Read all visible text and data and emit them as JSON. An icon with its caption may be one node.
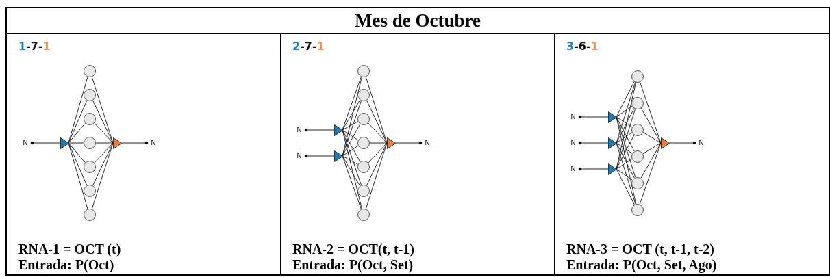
{
  "diagram": {
    "title": "Mes de Octubre",
    "nodes": [
      {
        "text": [
          "1-7-1",
          "RNA-1 = OCT (t)",
          "Entrada: P(Oct)"
        ]
      },
      {
        "text": [
          "N"
        ],
        "in": 0
      },
      {
        "text": [],
        "shape": "triangle",
        "in": 0
      },
      {
        "text": [],
        "shape": "circle",
        "in": 0
      },
      {
        "text": [],
        "shape": "circle",
        "in": 0
      },
      {
        "text": [],
        "shape": "circle",
        "in": 0
      },
      {
        "text": [],
        "shape": "circle",
        "in": 0
      },
      {
        "text": [],
        "shape": "circle",
        "in": 0
      },
      {
        "text": [],
        "shape": "circle",
        "in": 0
      },
      {
        "text": [],
        "shape": "circle",
        "in": 0
      },
      {
        "text": [],
        "shape": "triangle",
        "in": 0
      },
      {
        "text": [
          "N"
        ],
        "in": 0
      },
      {
        "text": [
          "2-7-1",
          "RNA-2 = OCT(t, t-1)",
          "Entrada: P(Oct, Set)"
        ]
      },
      {
        "text": [
          "N"
        ],
        "in": 12
      },
      {
        "text": [
          "N"
        ],
        "in": 12
      },
      {
        "text": [],
        "shape": "triangle",
        "in": 12
      },
      {
        "text": [],
        "shape": "triangle",
        "in": 12
      },
      {
        "text": [],
        "shape": "circle",
        "in": 12
      },
      {
        "text": [],
        "shape": "circle",
        "in": 12
      },
      {
        "text": [],
        "shape": "circle",
        "in": 12
      },
      {
        "text": [],
        "shape": "circle",
        "in": 12
      },
      {
        "text": [],
        "shape": "circle",
        "in": 12
      },
      {
        "text": [],
        "shape": "circle",
        "in": 12
      },
      {
        "text": [],
        "shape": "circle",
        "in": 12
      },
      {
        "text": [],
        "shape": "triangle",
        "in": 12
      },
      {
        "text": [
          "N"
        ],
        "in": 12
      },
      {
        "text": [
          "3-6-1",
          "RNA-3 = OCT (t, t-1, t-2)",
          "Entrada: P(Oct, Set, Ago)"
        ]
      },
      {
        "text": [
          "N"
        ],
        "in": 26
      },
      {
        "text": [
          "N"
        ],
        "in": 26
      },
      {
        "text": [
          "N"
        ],
        "in": 26
      },
      {
        "text": [],
        "shape": "triangle",
        "in": 26
      },
      {
        "text": [],
        "shape": "triangle",
        "in": 26
      },
      {
        "text": [],
        "shape": "triangle",
        "in": 26
      },
      {
        "text": [],
        "shape": "circle",
        "in": 26
      },
      {
        "text": [],
        "shape": "circle",
        "in": 26
      },
      {
        "text": [],
        "shape": "circle",
        "in": 26
      },
      {
        "text": [],
        "shape": "circle",
        "in": 26
      },
      {
        "text": [],
        "shape": "circle",
        "in": 26
      },
      {
        "text": [],
        "shape": "circle",
        "in": 26
      },
      {
        "text": [],
        "shape": "triangle",
        "in": 26
      },
      {
        "text": [
          "N"
        ],
        "in": 26
      }
    ],
    "edges": [
      {
        "from": 1,
        "to": 2,
        "arrow": "other"
      },
      {
        "from": 2,
        "to": 3,
        "arrow": "none"
      },
      {
        "from": 2,
        "to": 4,
        "arrow": "none"
      },
      {
        "from": 2,
        "to": 5,
        "arrow": "none"
      },
      {
        "from": 2,
        "to": 6,
        "arrow": "none"
      },
      {
        "from": 2,
        "to": 7,
        "arrow": "none"
      },
      {
        "from": 2,
        "to": 8,
        "arrow": "none"
      },
      {
        "from": 2,
        "to": 9,
        "arrow": "none"
      },
      {
        "from": 3,
        "to": 10,
        "arrow": "none"
      },
      {
        "from": 4,
        "to": 10,
        "arrow": "none"
      },
      {
        "from": 5,
        "to": 10,
        "arrow": "none"
      },
      {
        "from": 6,
        "to": 10,
        "arrow": "none"
      },
      {
        "from": 7,
        "to": 10,
        "arrow": "none"
      },
      {
        "from": 8,
        "to": 10,
        "arrow": "none"
      },
      {
        "from": 9,
        "to": 10,
        "arrow": "none"
      },
      {
        "from": 10,
        "to": 11,
        "arrow": "other"
      },
      {
        "from": 13,
        "to": 15,
        "arrow": "other"
      },
      {
        "from": 14,
        "to": 16,
        "arrow": "other"
      },
      {
        "from": 15,
        "to": 17,
        "arrow": "none"
      },
      {
        "from": 15,
        "to": 18,
        "arrow": "none"
      },
      {
        "from": 15,
        "to": 19,
        "arrow": "none"
      },
      {
        "from": 15,
        "to": 20,
        "arrow": "none"
      },
      {
        "from": 15,
        "to": 21,
        "arrow": "none"
      },
      {
        "from": 15,
        "to": 22,
        "arrow": "none"
      },
      {
        "from": 15,
        "to": 23,
        "arrow": "none"
      },
      {
        "from": 16,
        "to": 17,
        "arrow": "none"
      },
      {
        "from": 16,
        "to": 18,
        "arrow": "none"
      },
      {
        "from": 16,
        "to": 19,
        "arrow": "none"
      },
      {
        "from": 16,
        "to": 20,
        "arrow": "none"
      },
      {
        "from": 16,
        "to": 21,
        "arrow": "none"
      },
      {
        "from": 16,
        "to": 22,
        "arrow": "none"
      },
      {
        "from": 16,
        "to": 23,
        "arrow": "none"
      },
      {
        "from": 17,
        "to": 24,
        "arrow": "none"
      },
      {
        "from": 18,
        "to": 24,
        "arrow": "none"
      },
      {
        "from": 19,
        "to": 24,
        "arrow": "none"
      },
      {
        "from": 20,
        "to": 24,
        "arrow": "none"
      },
      {
        "from": 21,
        "to": 24,
        "arrow": "none"
      },
      {
        "from": 22,
        "to": 24,
        "arrow": "none"
      },
      {
        "from": 23,
        "to": 24,
        "arrow": "none"
      },
      {
        "from": 24,
        "to": 25,
        "arrow": "other"
      },
      {
        "from": 27,
        "to": 30,
        "arrow": "other"
      },
      {
        "from": 28,
        "to": 31,
        "arrow": "other"
      },
      {
        "from": 29,
        "to": 32,
        "arrow": "other"
      },
      {
        "from": 30,
        "to": 33,
        "arrow": "none"
      },
      {
        "from": 30,
        "to": 34,
        "arrow": "none"
      },
      {
        "from": 30,
        "to": 35,
        "arrow": "none"
      },
      {
        "from": 30,
        "to": 36,
        "arrow": "none"
      },
      {
        "from": 30,
        "to": 37,
        "arrow": "none"
      },
      {
        "from": 30,
        "to": 38,
        "arrow": "none"
      },
      {
        "from": 31,
        "to": 33,
        "arrow": "none"
      },
      {
        "from": 31,
        "to": 34,
        "arrow": "none"
      },
      {
        "from": 31,
        "to": 35,
        "arrow": "none"
      },
      {
        "from": 31,
        "to": 36,
        "arrow": "none"
      },
      {
        "from": 31,
        "to": 37,
        "arrow": "none"
      },
      {
        "from": 31,
        "to": 38,
        "arrow": "none"
      },
      {
        "from": 32,
        "to": 33,
        "arrow": "none"
      },
      {
        "from": 32,
        "to": 34,
        "arrow": "none"
      },
      {
        "from": 32,
        "to": 35,
        "arrow": "none"
      },
      {
        "from": 32,
        "to": 36,
        "arrow": "none"
      },
      {
        "from": 32,
        "to": 37,
        "arrow": "none"
      },
      {
        "from": 32,
        "to": 38,
        "arrow": "none"
      },
      {
        "from": 33,
        "to": 39,
        "arrow": "none"
      },
      {
        "from": 34,
        "to": 39,
        "arrow": "none"
      },
      {
        "from": 35,
        "to": 39,
        "arrow": "none"
      },
      {
        "from": 36,
        "to": 39,
        "arrow": "none"
      },
      {
        "from": 37,
        "to": 39,
        "arrow": "none"
      },
      {
        "from": 38,
        "to": 39,
        "arrow": "none"
      },
      {
        "from": 39,
        "to": 40,
        "arrow": "other"
      }
    ]
  }
}
